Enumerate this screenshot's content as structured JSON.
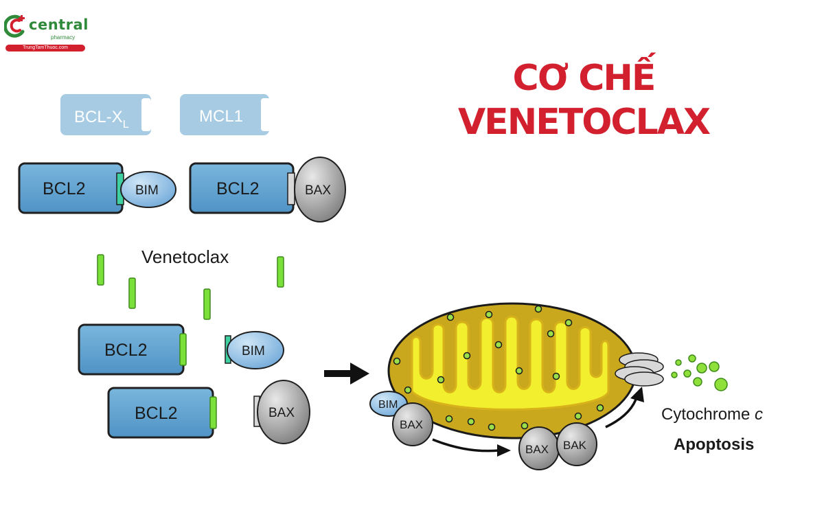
{
  "logo": {
    "brand": "central",
    "subtitle": "pharmacy",
    "url": "TrungTamThuoc.com"
  },
  "title": {
    "line1": "CƠ CHẾ",
    "line2": "VENETOCLAX"
  },
  "diagram": {
    "bclxl_base": "BCL-X",
    "bclxl_sub": "L",
    "mcl1": "MCL1",
    "bcl2": "BCL2",
    "bim": "BIM",
    "bax": "BAX",
    "bak": "BAK",
    "drug": "Venetoclax",
    "cytochrome": "Cytochrome ",
    "cytochrome_c": "c",
    "apoptosis": "Apoptosis"
  },
  "colors": {
    "title_red": "#d3202f",
    "logo_green": "#2f8a3a",
    "bcl2_blue": "#5fa3d0",
    "bcl2_light": "#a6cbe3",
    "bim_blue": "#8fbfe3",
    "bax_gray": "#8f8f8f",
    "drug_green": "#7be03a",
    "mito_outer": "#c9a81e",
    "mito_inner": "#f2ef2e"
  }
}
